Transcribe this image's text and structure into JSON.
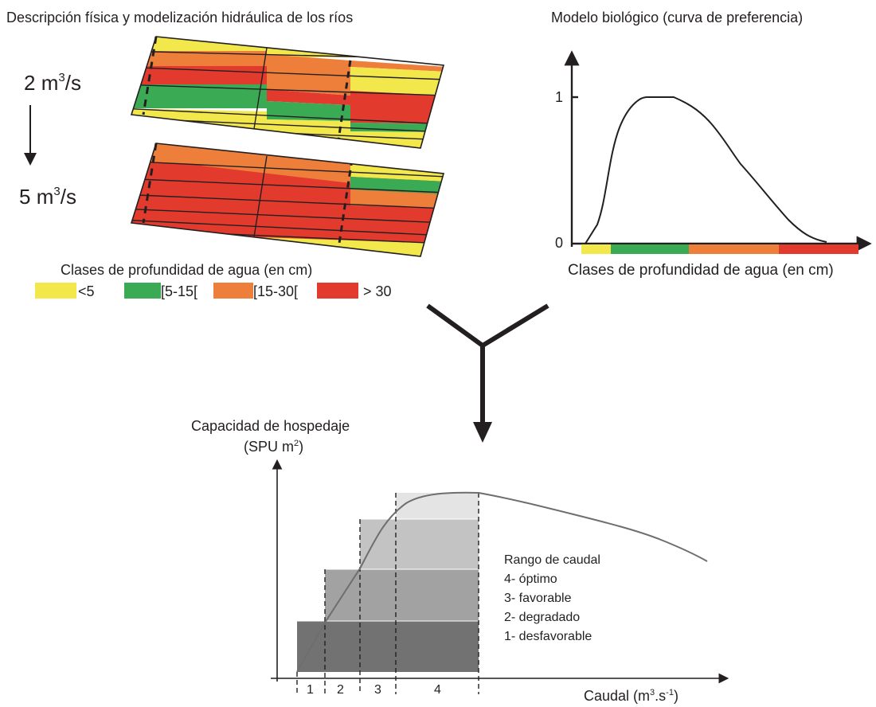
{
  "river_panel": {
    "title": "Descripción física y modelización hidráulica de los ríos",
    "flow_low_value": "2",
    "flow_high_value": "5",
    "flow_unit": "m",
    "flow_unit_exp": "3",
    "flow_unit_tail": "/s"
  },
  "legend": {
    "title": "Clases de profundidad de agua (en cm)",
    "items": [
      {
        "label": "<5",
        "color": "#f2e84b"
      },
      {
        "label": "[5-15[",
        "color": "#3aaa55"
      },
      {
        "label": "[15-30[",
        "color": "#ee7f3a"
      },
      {
        "label": "> 30",
        "color": "#e23b2e"
      }
    ]
  },
  "bio_panel": {
    "title": "Modelo biológico (curva de preferencia)",
    "y_tick_top": "1",
    "y_tick_zero": "0",
    "x_label": "Clases de profundidad de agua (en cm)"
  },
  "habitat_panel": {
    "y_label_line1": "Capacidad de hospedaje",
    "y_label_line2_prefix": "(SPU m",
    "y_label_line2_exp": "2",
    "y_label_line2_suffix": ")",
    "x_label_prefix": "Caudal (m",
    "x_label_exp1": "3",
    "x_label_mid": ".s",
    "x_label_exp2": "-1",
    "x_label_suffix": ")",
    "range_numbers": [
      "1",
      "2",
      "3",
      "4"
    ],
    "range_legend": [
      "Rango de caudal",
      "4- óptimo",
      "3- favorable",
      "2- degradado",
      "1- desfavorable"
    ]
  }
}
